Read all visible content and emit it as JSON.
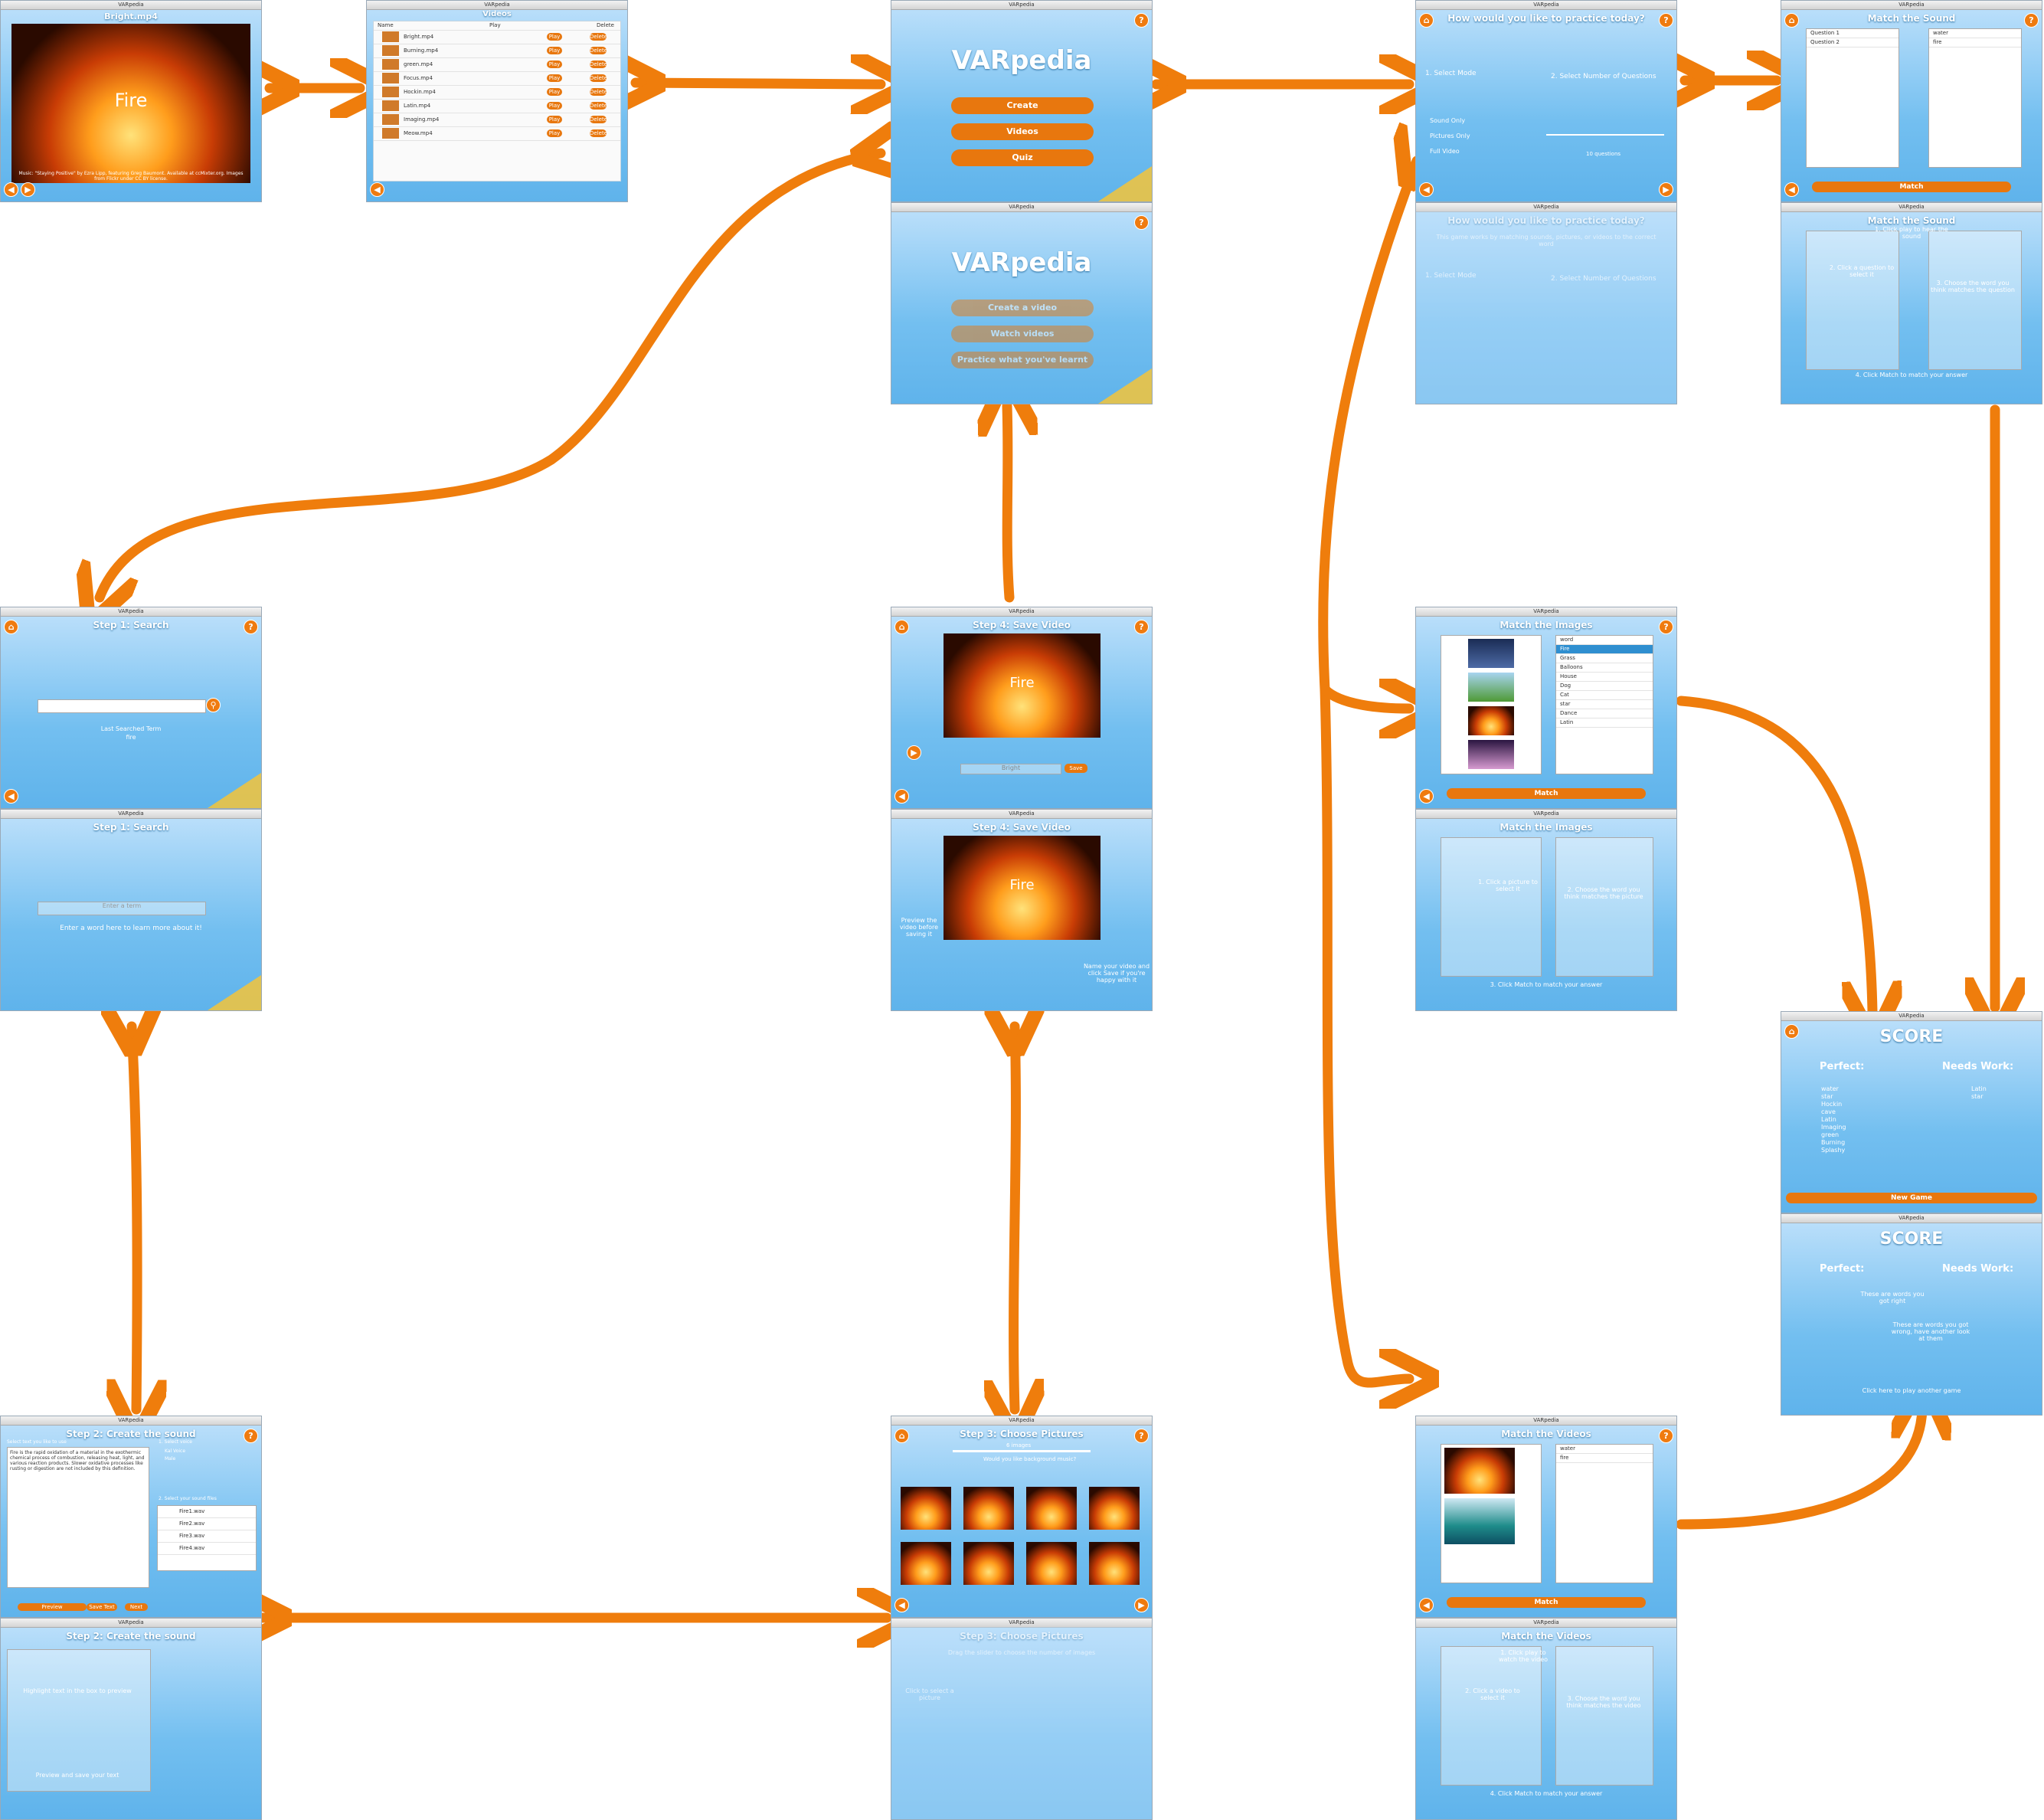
{
  "colors": {
    "arrow": "#ef7d0c",
    "accent": "#e8770e",
    "sky": "#73bff0"
  },
  "common": {
    "window_title": "VARpedia",
    "match": "Match",
    "help": "?",
    "home": "⌂",
    "back": "◀",
    "next": "▶"
  },
  "video_player": {
    "title": "Bright.mp4",
    "caption": "Fire",
    "credits": "Music: \"Staying Positive\" by Ezra Lipp, featuring Greg Baumont. Available at ccMixter.org. Images from Flickr under CC BY license."
  },
  "video_list": {
    "title": "Videos",
    "col_name": "Name",
    "col_play": "Play",
    "col_delete": "Delete",
    "play": "Play",
    "delete": "Delete",
    "items": [
      "Bright.mp4",
      "Burning.mp4",
      "green.mp4",
      "Focus.mp4",
      "Hockin.mp4",
      "Latin.mp4",
      "Imaging.mp4",
      "Meow.mp4"
    ]
  },
  "main_menu": {
    "title": "VARpedia",
    "create": "Create",
    "videos": "Videos",
    "quiz": "Quiz",
    "help_create": "Create a video",
    "help_videos": "Watch videos",
    "help_quiz": "Practice what you've learnt"
  },
  "practice": {
    "title": "How would you like to practice today?",
    "select_mode": "1. Select Mode",
    "select_num": "2. Select Number of Questions",
    "modes": [
      "Sound Only",
      "Pictures Only",
      "Full Video"
    ],
    "num": "10 questions",
    "help_intro": "This game works by matching sounds, pictures, or videos to the correct word"
  },
  "match_sound": {
    "title": "Match the Sound",
    "q1": "Question 1",
    "q2": "Question 2",
    "play": "Play",
    "words": [
      "water",
      "fire"
    ],
    "help1": "1. Click play to hear the sound",
    "help2": "2. Click a question to select it",
    "help3": "3. Choose the word you think matches the question",
    "help4": "4. Click Match to match your answer"
  },
  "search": {
    "title": "Step 1: Search",
    "last": "Last Searched Term",
    "last_value": "fire",
    "placeholder": "Enter a term",
    "help": "Enter a word here to learn more about it!"
  },
  "save_video": {
    "title": "Step 4: Save Video",
    "caption": "Fire",
    "name": "Bright",
    "save": "Save",
    "help1": "Preview the video before saving it",
    "help2": "Name your video and click Save if you're happy with it"
  },
  "match_images": {
    "title": "Match the Images",
    "words": [
      "word",
      "Fire",
      "Grass",
      "Balloons",
      "House",
      "Dog",
      "Cat",
      "star",
      "Dance",
      "Latin"
    ],
    "help1": "1. Click a picture to select it",
    "help2": "2. Choose the word you think matches the picture",
    "help3": "3. Click Match to match your answer"
  },
  "score": {
    "title": "SCORE",
    "perfect": "Perfect:",
    "needs": "Needs Work:",
    "perfect_list": [
      "water",
      "star",
      "Hockin",
      "cave",
      "Latin",
      "Imaging",
      "green",
      "Burning",
      "Splashy"
    ],
    "needs_list": [
      "Latin",
      "star"
    ],
    "new_game": "New Game",
    "help1": "These are words you got right",
    "help2": "These are words you got wrong, have another look at them",
    "help3": "Click here to play another game"
  },
  "create_sound": {
    "title": "Step 2: Create the sound",
    "select_text": "Select text you like to use",
    "select_voice": "1. Select voice",
    "voices": [
      "Kal Voice",
      "Male"
    ],
    "select_files": "2. Select your sound files",
    "files": [
      "Fire1.wav",
      "Fire2.wav",
      "Fire3.wav",
      "Fire4.wav"
    ],
    "body": "Fire is the rapid oxidation of a material in the exothermic chemical process of combustion, releasing heat, light, and various reaction products. Slower oxidative processes like rusting or digestion are not included by this definition.",
    "preview": "Preview",
    "save_text": "Save Text",
    "next": "Next",
    "help1": "Highlight text in the box to preview",
    "help2": "Preview and save your text"
  },
  "choose_pics": {
    "title": "Step 3: Choose Pictures",
    "slider_label": "6 images",
    "music_q": "Would you like background music?",
    "help1": "Drag the slider to choose the number of images",
    "help2": "Click to select a picture"
  },
  "match_videos": {
    "title": "Match the Videos",
    "words": [
      "water",
      "fire"
    ],
    "help1": "1. Click play to watch the video",
    "help2": "2. Click a video to select it",
    "help3": "3. Choose the word you think matches the video",
    "help4": "4. Click Match to match your answer"
  }
}
